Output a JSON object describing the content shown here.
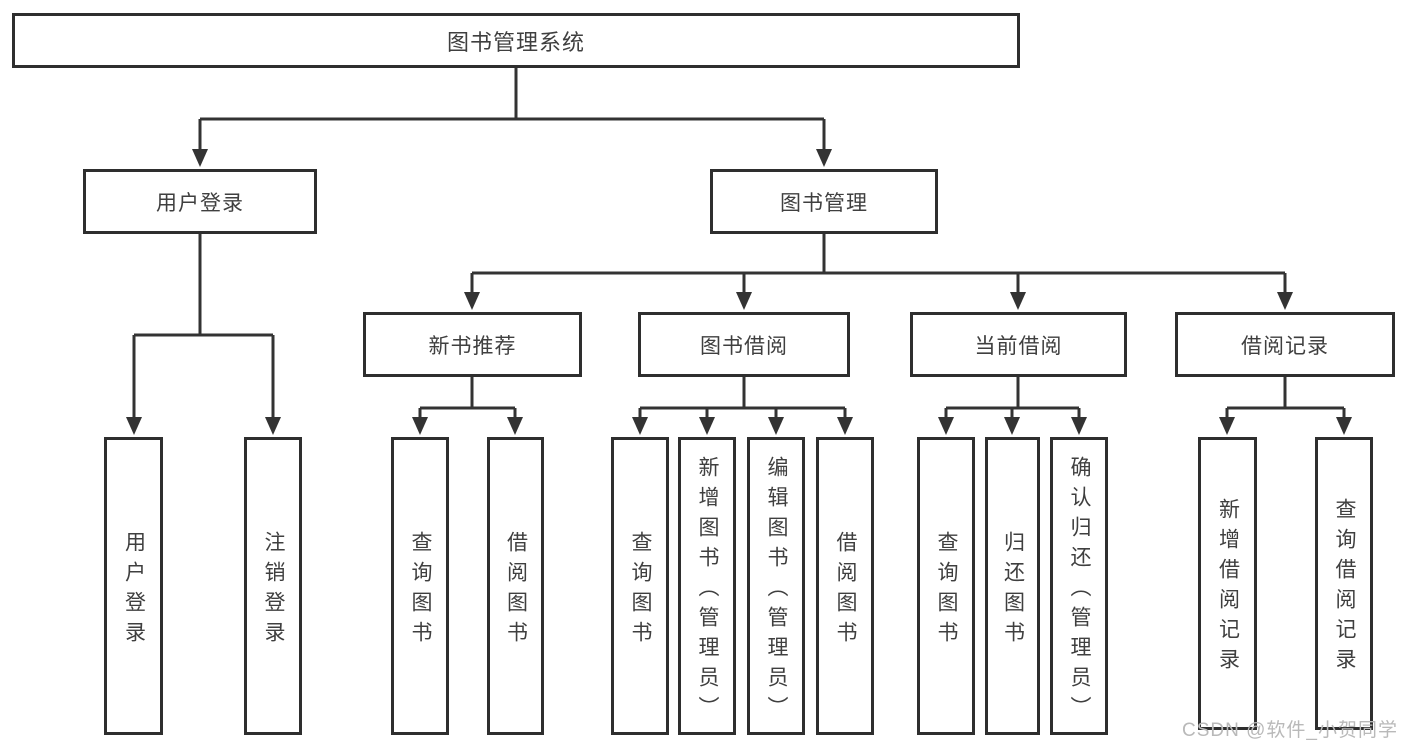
{
  "diagram": {
    "root_label": "图书管理系统",
    "user_branch": {
      "label": "用户登录",
      "children": [
        "用户登录",
        "注销登录"
      ]
    },
    "book_branch": {
      "label": "图书管理",
      "groups": [
        {
          "label": "新书推荐",
          "children": [
            "查询图书",
            "借阅图书"
          ]
        },
        {
          "label": "图书借阅",
          "children": [
            "查询图书",
            "新增图书（管理员）",
            "编辑图书（管理员）",
            "借阅图书"
          ]
        },
        {
          "label": "当前借阅",
          "children": [
            "查询图书",
            "归还图书",
            "确认归还（管理员）"
          ]
        },
        {
          "label": "借阅记录",
          "children": [
            "新增借阅记录",
            "查询借阅记录"
          ]
        }
      ]
    }
  },
  "watermark": {
    "text": "CSDN @软件_小贺同学"
  },
  "colors": {
    "line": "#333333",
    "box_border": "#2e2e2e",
    "text": "#3f3f3f",
    "watermark": "#b9b9b9",
    "background": "#ffffff"
  }
}
